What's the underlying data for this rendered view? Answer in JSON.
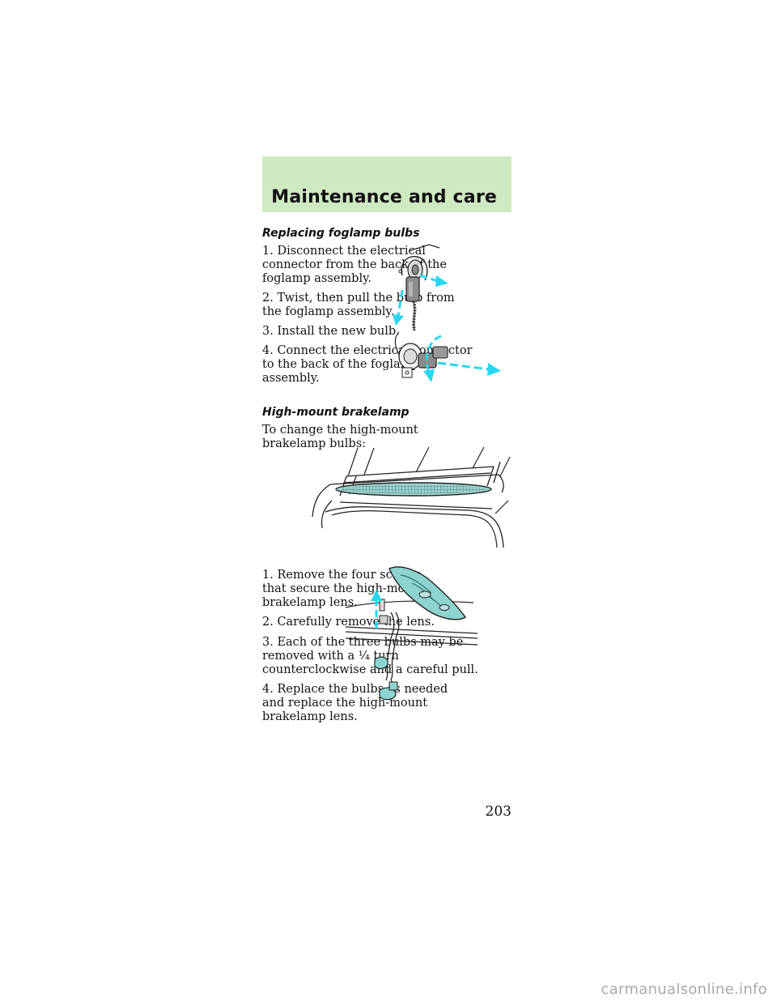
{
  "header": {
    "section_title": "Maintenance and care"
  },
  "foglamp": {
    "heading": "Replacing foglamp bulbs",
    "steps": [
      "1. Disconnect the electrical\nconnector from the back of the\nfoglamp assembly.",
      "2. Twist, then pull the bulb from\nthe foglamp assembly.",
      "3. Install the new bulb.",
      "4. Connect the electrical connector\nto the back of the foglamp\nassembly."
    ]
  },
  "brakelamp": {
    "heading": "High-mount brakelamp",
    "intro": "To change the high-mount\nbrakelamp bulbs:",
    "steps": [
      "1. Remove the four screws\nthat secure the high-mount\nbrakelamp lens.",
      "2. Carefully remove the lens.",
      "3. Each of the three bulbs may be\nremoved with a ¹⁄₄ turn\ncounterclockwise and a careful pull.",
      "4. Replace the bulbs as needed\nand replace the high-mount\nbrakelamp lens."
    ]
  },
  "footer": {
    "page_number": "203",
    "watermark": "carmanualsonline.info"
  },
  "colors": {
    "header_band": "#cfe9c2",
    "accent_cyan": "#29d6ef",
    "lens_teal": "#8fd3cf"
  }
}
